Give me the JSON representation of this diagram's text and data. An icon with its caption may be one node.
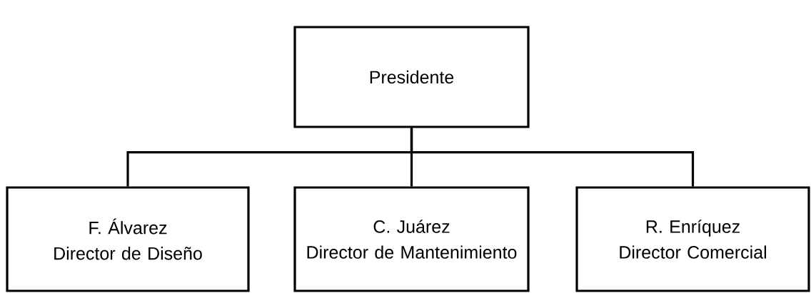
{
  "diagram": {
    "nodes": [
      {
        "text": [
          "Presidente"
        ]
      },
      {
        "text": [
          "F. Álvarez",
          "Director de Diseño"
        ]
      },
      {
        "text": [
          "C. Juárez",
          "Director de Mantenimiento"
        ]
      },
      {
        "text": [
          "R. Enríquez",
          "Director Comercial"
        ]
      }
    ],
    "edges": [
      {
        "from": 0,
        "to": 1,
        "arrow": "none"
      },
      {
        "from": 0,
        "to": 2,
        "arrow": "none"
      },
      {
        "from": 0,
        "to": 3,
        "arrow": "none"
      }
    ]
  }
}
